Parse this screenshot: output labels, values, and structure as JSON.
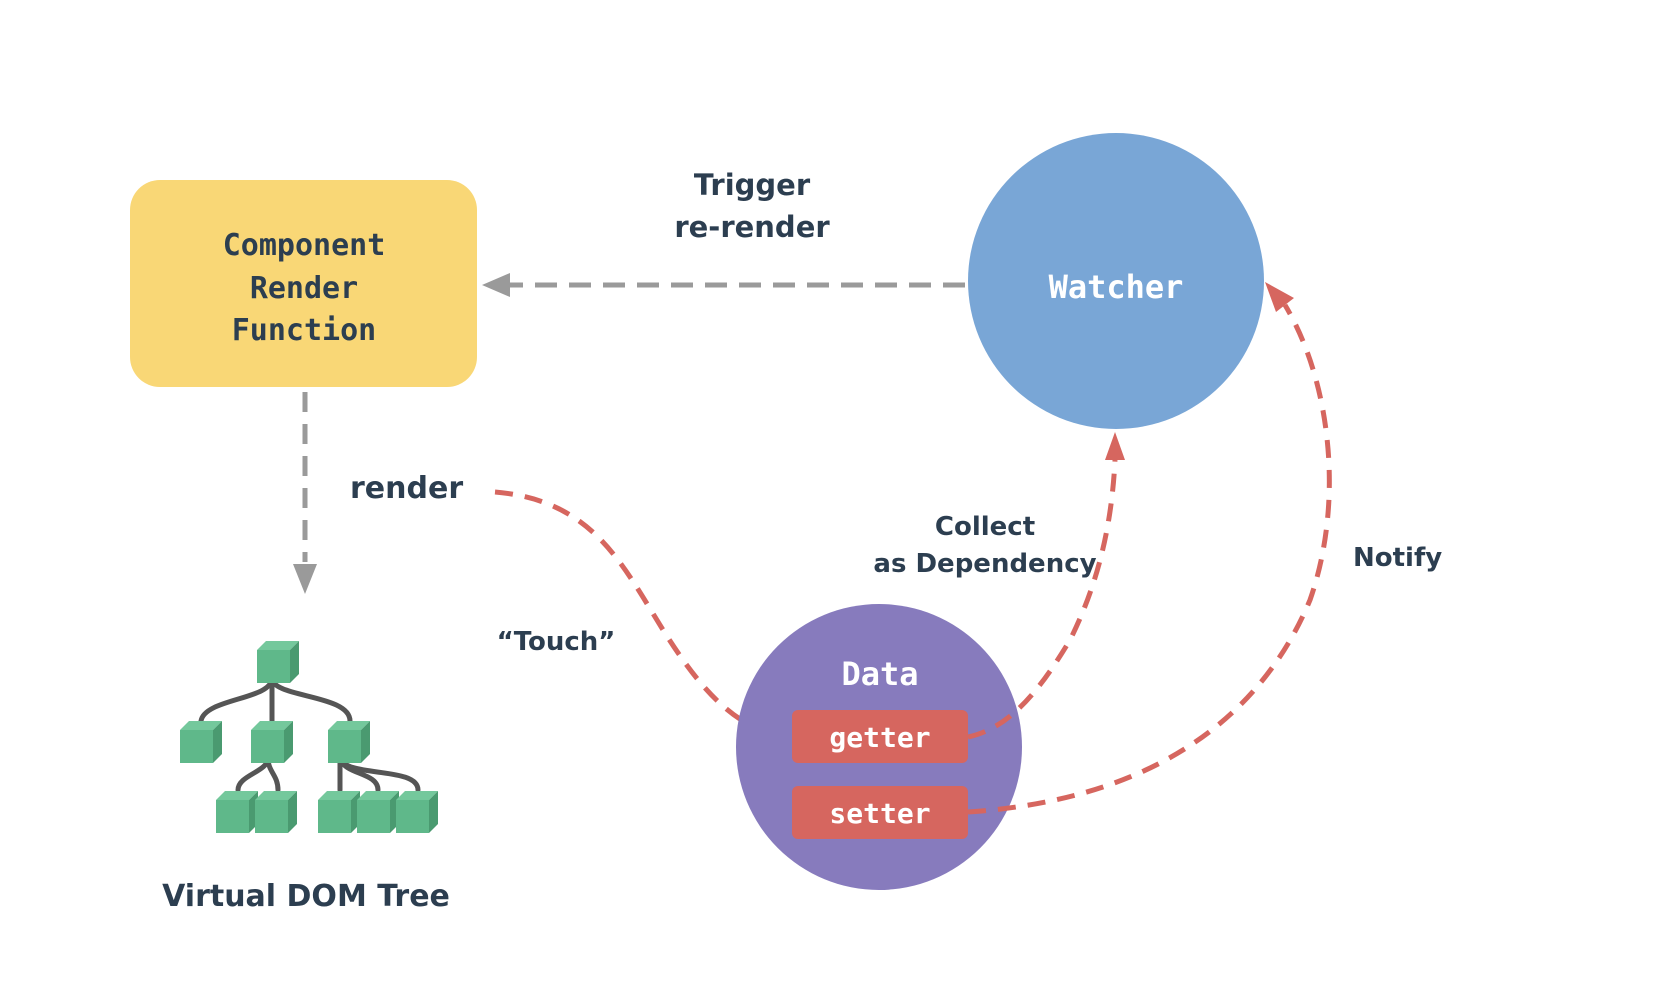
{
  "colors": {
    "component": "#f9d776",
    "watcher": "#79a6d6",
    "data": "#877bbd",
    "accessor": "#d6665f",
    "dash_gray": "#9a9a9a",
    "dash_red": "#d6665f",
    "text_dark": "#2c3e50",
    "text_light": "#ffffff",
    "cube_front": "#5fb88a",
    "cube_side": "#4a9a70",
    "cube_top": "#74c89c",
    "tree_line": "#555555"
  },
  "nodes": {
    "component": {
      "lines": [
        "Component",
        "Render",
        "Function"
      ]
    },
    "watcher": {
      "label": "Watcher"
    },
    "data": {
      "label": "Data",
      "getter": "getter",
      "setter": "setter"
    },
    "vdom": {
      "label": "Virtual DOM Tree"
    }
  },
  "edges": {
    "trigger": {
      "lines": [
        "Trigger",
        "re-render"
      ]
    },
    "render": {
      "label": "render"
    },
    "touch": {
      "label": "“Touch”"
    },
    "collect": {
      "lines": [
        "Collect",
        "as Dependency"
      ]
    },
    "notify": {
      "label": "Notify"
    }
  }
}
